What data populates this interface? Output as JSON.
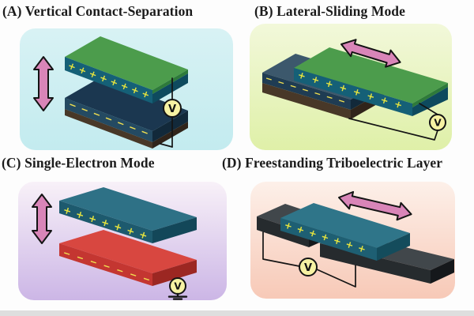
{
  "panels": [
    {
      "id": "A",
      "title": "(A) Vertical Contact-Separation",
      "plus": "+ + + + + + + +",
      "minus": "− − − − − − −",
      "meter": "V"
    },
    {
      "id": "B",
      "title": "(B) Lateral-Sliding Mode",
      "plus": "+ + + + + + + +",
      "minus": "− − − − − − −",
      "meter": "V"
    },
    {
      "id": "C",
      "title": "(C) Single-Electron Mode",
      "plus": "+ + + + + + +",
      "minus": "− − − − − − −",
      "meter": "V"
    },
    {
      "id": "D",
      "title": "(D) Freestanding Triboelectric Layer",
      "plus": "+ + + + + + +",
      "meter": "V"
    }
  ],
  "colors": {
    "a_bg1": "#d8f2f4",
    "a_bg2": "#c3ebef",
    "b_bg1": "#f2f8da",
    "b_bg2": "#dff0a8",
    "c_bg1": "#f8f1f8",
    "c_bg2": "#ccb6e6",
    "d_bg1": "#fdf0e9",
    "d_bg2": "#f7c9b7",
    "green_top": "#4c9c4c",
    "green_side": "#2e7a3a",
    "teal_front": "#156077",
    "teal_side": "#0e4a5e",
    "a_navy_top": "#1b3750",
    "a_navy_front": "#244a62",
    "navy_side": "#12293a",
    "brown_front": "#483828",
    "brown_side": "#30241a",
    "b_navy_top": "#3c586c",
    "b_navy_front": "#1f3c53",
    "c_teal_top": "#2e7186",
    "c_teal_front": "#1d5a6e",
    "c_teal_side": "#134759",
    "red_top": "#d84740",
    "red_front": "#c43631",
    "red_side": "#9c2722",
    "d_teal_top": "#2f7589",
    "d_teal_front": "#1e5f73",
    "d_teal_side": "#144c5c",
    "char_top": "#41474b",
    "char_front": "#262b2e",
    "char_side": "#15181b",
    "plus": "#e7e43e",
    "dash": "#f0df50",
    "pink": "#d985b8",
    "ink": "#141414",
    "meter": "#f6f2a3",
    "band": "#dedede"
  }
}
